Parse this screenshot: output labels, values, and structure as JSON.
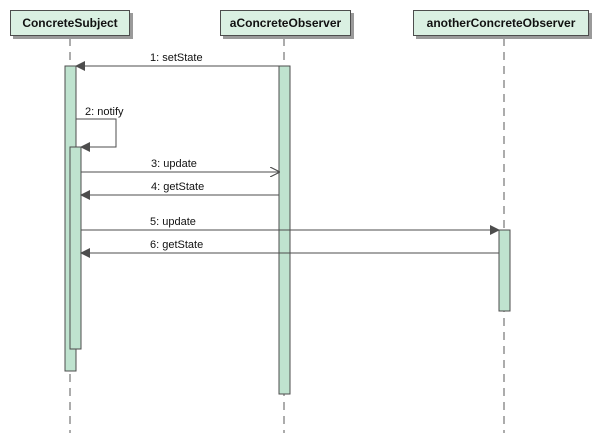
{
  "diagram": {
    "participants": [
      {
        "id": "subject",
        "name": "ConcreteSubject"
      },
      {
        "id": "observer1",
        "name": "aConcreteObserver"
      },
      {
        "id": "observer2",
        "name": "anotherConcreteObserver"
      }
    ],
    "messages": [
      {
        "label": "1: setState",
        "from": "observer1",
        "to": "subject",
        "kind": "sync"
      },
      {
        "label": "2: notify",
        "from": "subject",
        "to": "subject",
        "kind": "self"
      },
      {
        "label": "3: update",
        "from": "subject",
        "to": "observer1",
        "kind": "async"
      },
      {
        "label": "4: getState",
        "from": "observer1",
        "to": "subject",
        "kind": "sync"
      },
      {
        "label": "5: update",
        "from": "subject",
        "to": "observer2",
        "kind": "sync"
      },
      {
        "label": "6: getState",
        "from": "observer2",
        "to": "subject",
        "kind": "sync"
      }
    ]
  },
  "colors": {
    "header_fill": "#daf0e2",
    "activation_fill": "#bfe3cf",
    "line": "#4d4d4d"
  }
}
